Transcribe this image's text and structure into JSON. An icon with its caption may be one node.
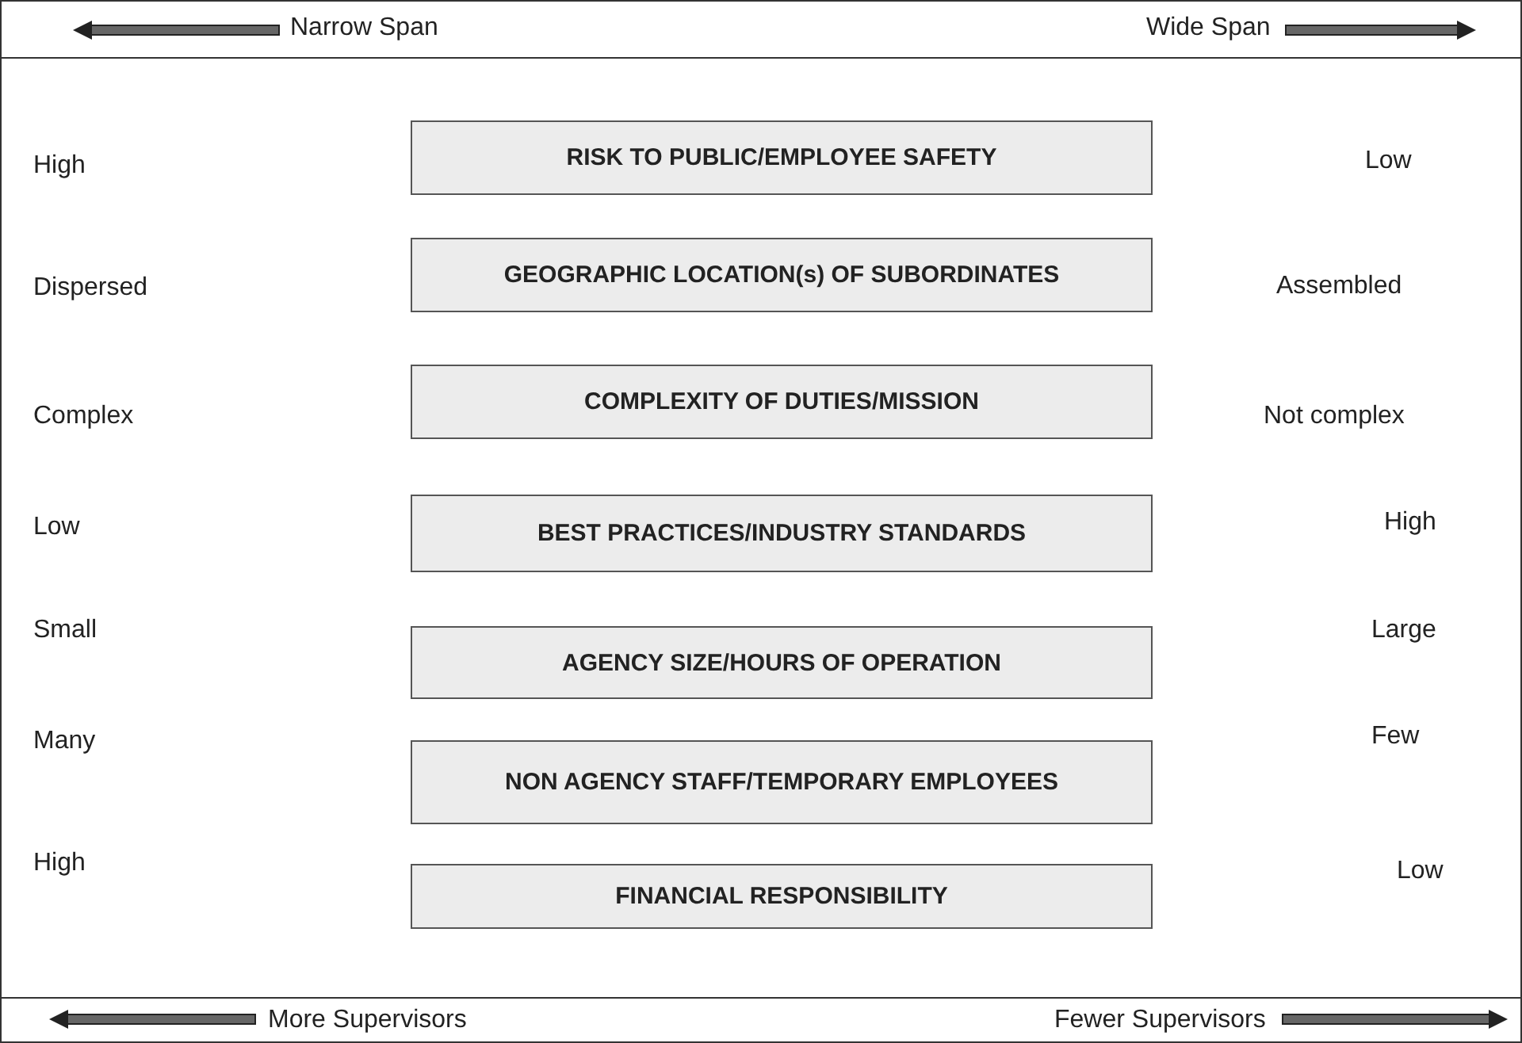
{
  "diagram": {
    "nodes": [
      {
        "text": [
          "RISK TO PUBLIC/EMPLOYEE SAFETY"
        ]
      },
      {
        "text": [
          "GEOGRAPHIC LOCATION(s) OF SUBORDINATES"
        ]
      },
      {
        "text": [
          "COMPLEXITY OF DUTIES/MISSION"
        ]
      },
      {
        "text": [
          "BEST PRACTICES/INDUSTRY STANDARDS"
        ]
      },
      {
        "text": [
          "AGENCY SIZE/HOURS OF OPERATION"
        ]
      },
      {
        "text": [
          "NON AGENCY STAFF/TEMPORARY EMPLOYEES"
        ]
      },
      {
        "text": [
          "FINANCIAL RESPONSIBILITY"
        ]
      }
    ],
    "edges": [],
    "labels": [
      "Narrow Span",
      "Wide Span",
      "High",
      "Low",
      "Dispersed",
      "Assembled",
      "Complex",
      "Not complex",
      "Low",
      "High",
      "Small",
      "Large",
      "Many",
      "Few",
      "High",
      "Low",
      "More Supervisors",
      "Fewer Supervisors"
    ]
  }
}
